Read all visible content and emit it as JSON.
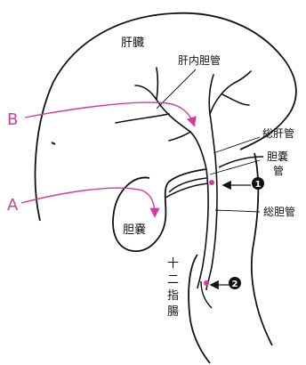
{
  "labels": {
    "liver": "肝臓",
    "intrahepatic_duct": "肝内胆管",
    "common_hepatic_duct": "総肝管",
    "cystic_duct_line1": "胆嚢",
    "cystic_duct_line2": "管",
    "common_bile_duct": "総胆管",
    "gallbladder": "胆嚢",
    "duodenum_1": "十",
    "duodenum_2": "二",
    "duodenum_3": "指",
    "duodenum_4": "腸"
  },
  "markers": {
    "a": "A",
    "b": "B",
    "one": "1",
    "two": "2"
  },
  "colors": {
    "outline": "#111111",
    "arrow": "#d63aa0"
  }
}
